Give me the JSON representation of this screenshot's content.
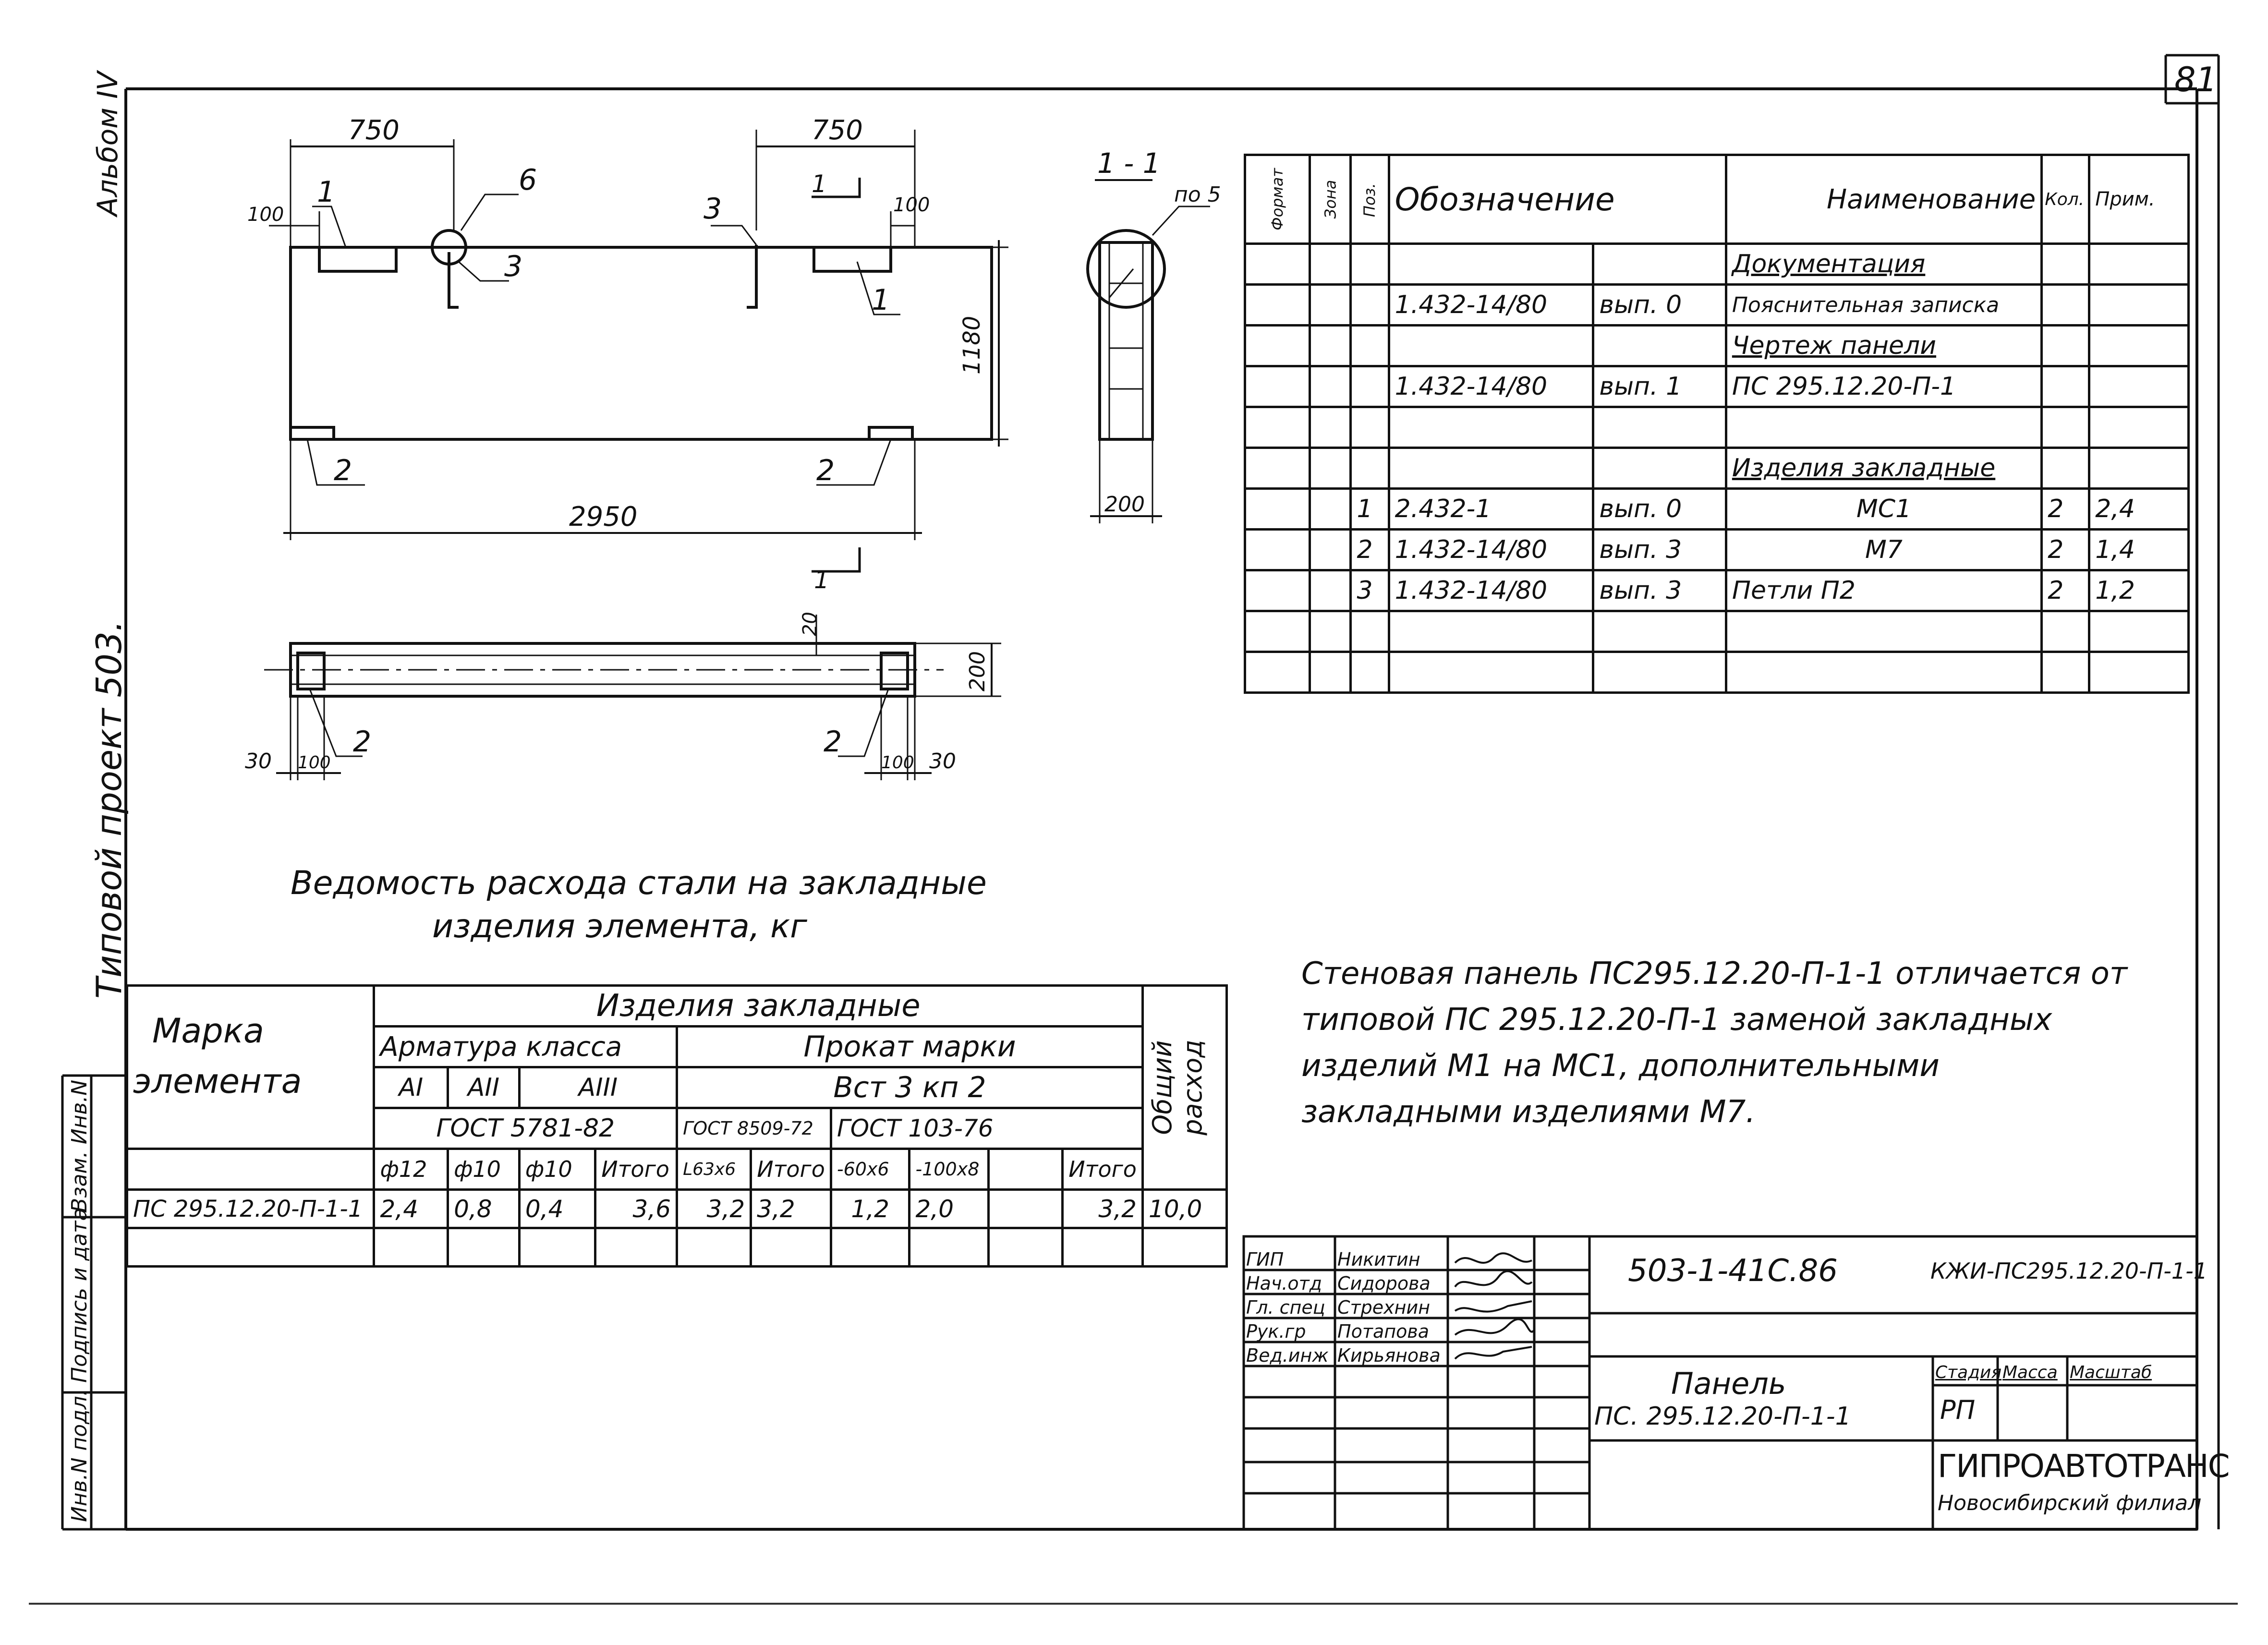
{
  "sheet": {
    "page_number": "81",
    "album_label": "Альбом IV",
    "project_label": "Типовой проект 503."
  },
  "side_stamp": [
    "Инв.N подл.",
    "Подпись и дата",
    "Взам. Инв.N"
  ],
  "drawing": {
    "dims": {
      "top_left": "750",
      "top_right": "750",
      "left_edge": "100",
      "right_edge": "100",
      "height": "1180",
      "length": "2950",
      "section_width": "200",
      "plan_height": "200",
      "plan_offset": "20",
      "plan_left_30": "30",
      "plan_left_100": "100",
      "plan_right_100": "100",
      "plan_right_30": "30"
    },
    "callouts": {
      "c1_left": "1",
      "c1_right": "1",
      "c2_left": "2",
      "c2_right": "2",
      "c3_left": "3",
      "c3_right": "3",
      "c6": "6",
      "plan_c2_left": "2",
      "plan_c2_right": "2",
      "section_ref": "по 5"
    },
    "section_title": "1 - 1",
    "cut_mark_top": "1",
    "cut_mark_bottom": "1"
  },
  "spec_table": {
    "headers": {
      "format": "Формат",
      "zone": "Зона",
      "pos": "Поз.",
      "designation": "Обозначение",
      "name": "Наименование",
      "qty": "Кол.",
      "note": "Прим."
    },
    "rows": [
      {
        "pos": "",
        "designation": "",
        "release": "",
        "name": "Документация",
        "qty": "",
        "note": ""
      },
      {
        "pos": "",
        "designation": "1.432-14/80",
        "release": "вып. 0",
        "name": "Пояснительная записка",
        "qty": "",
        "note": ""
      },
      {
        "pos": "",
        "designation": "",
        "release": "",
        "name": "Чертеж панели",
        "qty": "",
        "note": ""
      },
      {
        "pos": "",
        "designation": "1.432-14/80",
        "release": "вып. 1",
        "name": "ПС 295.12.20-П-1",
        "qty": "",
        "note": ""
      },
      {
        "pos": "",
        "designation": "",
        "release": "",
        "name": "",
        "qty": "",
        "note": ""
      },
      {
        "pos": "",
        "designation": "",
        "release": "",
        "name": "Изделия закладные",
        "qty": "",
        "note": ""
      },
      {
        "pos": "1",
        "designation": "2.432-1",
        "release": "вып. 0",
        "name": "МС1",
        "qty": "2",
        "note": "2,4"
      },
      {
        "pos": "2",
        "designation": "1.432-14/80",
        "release": "вып. 3",
        "name": "М7",
        "qty": "2",
        "note": "1,4"
      },
      {
        "pos": "3",
        "designation": "1.432-14/80",
        "release": "вып. 3",
        "name": "Петли П2",
        "qty": "2",
        "note": "1,2"
      },
      {
        "pos": "",
        "designation": "",
        "release": "",
        "name": "",
        "qty": "",
        "note": ""
      },
      {
        "pos": "",
        "designation": "",
        "release": "",
        "name": "",
        "qty": "",
        "note": ""
      }
    ]
  },
  "statement": {
    "title_line1": "Ведомость расхода стали на закладные",
    "title_line2": "изделия элемента, кг",
    "h_mark1": "Марка",
    "h_mark2": "элемента",
    "h_items": "Изделия закладные",
    "h_rebar": "Арматура класса",
    "h_rolled": "Прокат марки",
    "h_steel": "Вст 3 кп 2",
    "h_total": "Общий расход",
    "h_ai": "АI",
    "h_aii": "АII",
    "h_aiii": "АIII",
    "h_gost5781": "ГОСТ 5781-82",
    "h_gost8509": "ГОСТ 8509-72",
    "h_gost103": "ГОСТ 103-76",
    "sub": [
      "ф12",
      "ф10",
      "ф10",
      "Итого",
      "L63x6",
      "Итого",
      "-60x6",
      "-100x8",
      "",
      "Итого"
    ],
    "row_mark": "ПС 295.12.20-П-1-1",
    "row_vals": [
      "2,4",
      "0,8",
      "0,4",
      "3,6",
      "3,2",
      "3,2",
      "1,2",
      "2,0",
      "",
      "3,2",
      "10,0"
    ]
  },
  "note": {
    "line1": "Стеновая панель ПС295.12.20-П-1-1 отличается от",
    "line2": "типовой ПС 295.12.20-П-1 заменой закладных",
    "line3": "изделий М1 на МС1, дополнительными",
    "line4": "закладными изделиями М7."
  },
  "title_block": {
    "code": "503-1-41С.86",
    "doc": "КЖИ-ПС295.12.20-П-1-1",
    "staff": [
      {
        "role": "ГИП",
        "name": "Никитин"
      },
      {
        "role": "Нач.отд",
        "name": "Сидорова"
      },
      {
        "role": "Гл. спец",
        "name": "Стрехнин"
      },
      {
        "role": "Рук.гр",
        "name": "Потапова"
      },
      {
        "role": "Вед.инж",
        "name": "Кирьянова"
      }
    ],
    "item_line1": "Панель",
    "item_line2": "ПС. 295.12.20-П-1-1",
    "h_stage": "Стадия",
    "h_mass": "Масса",
    "h_scale": "Масштаб",
    "stage": "РП",
    "org": "ГИПРОАВТОТРАНС",
    "branch": "Новосибирский филиал"
  }
}
